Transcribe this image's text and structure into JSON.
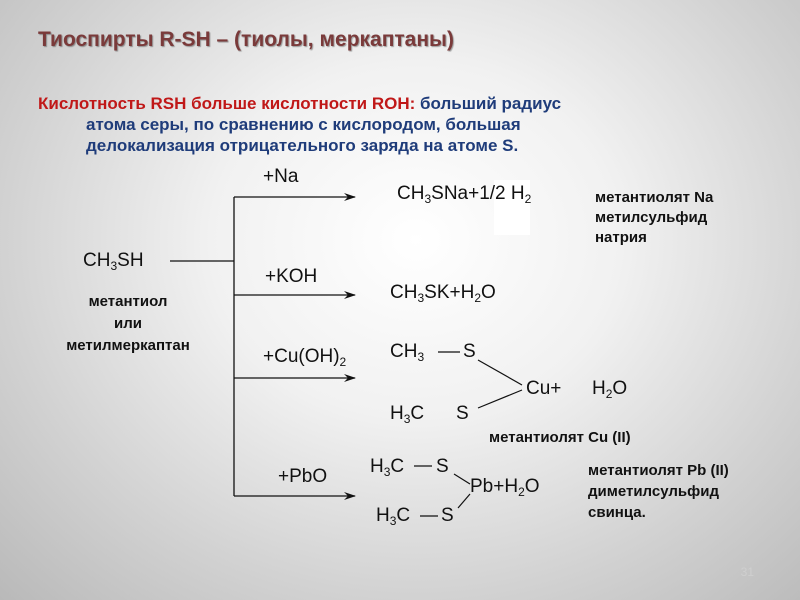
{
  "title": "Тиоспирты  R-SH – (тиолы, меркаптаны)",
  "intro": {
    "red": "Кислотность RSH больше кислотности ROH:",
    "line1": " больший радиус",
    "line2": "атома серы, по сравнению с кислородом, большая",
    "line3": "делокализация отрицательного заряда на атоме S."
  },
  "reactant": {
    "formula": {
      "a": "CH",
      "sub": "3",
      "b": "SH"
    },
    "name": [
      "метантиол",
      "или",
      "метилмеркаптан"
    ]
  },
  "reagents": {
    "r1": "+Na",
    "r2": "+KOH",
    "r3": {
      "a": "+Cu(OH)",
      "sub": "2"
    },
    "r4": "+PbO"
  },
  "products": {
    "p1": {
      "a": "CH",
      "sub": "3",
      "b": "SNa+",
      "c": "1/2",
      "d": " H",
      "sub2": "2"
    },
    "p2": {
      "a": "CH",
      "sub": "3",
      "b": "SK+H",
      "sub2": "2",
      "c": "O"
    },
    "p3": {
      "top": {
        "a": "CH",
        "sub": "3"
      },
      "s1": "S",
      "s2": "S",
      "bottom": {
        "a": "H",
        "sub": "3",
        "b": "C"
      },
      "metal": "Cu+",
      "water": {
        "a": "H",
        "sub": "2",
        "b": "O"
      }
    },
    "p4": {
      "top": {
        "a": "H",
        "sub": "3",
        "b": "C"
      },
      "s1": "S",
      "s2": "S",
      "bottom": {
        "a": "H",
        "sub": "3",
        "b": "C"
      },
      "metal": {
        "a": "Pb+H",
        "sub": "2",
        "b": "O"
      }
    }
  },
  "notes": {
    "n1": [
      "метантиолят Na",
      "метилсульфид",
      "натрия"
    ],
    "n3": "метантиолят Cu (II)",
    "n4": [
      "метантиолят Pb (II)",
      "диметилсульфид",
      "свинца."
    ]
  },
  "page_number": "31"
}
